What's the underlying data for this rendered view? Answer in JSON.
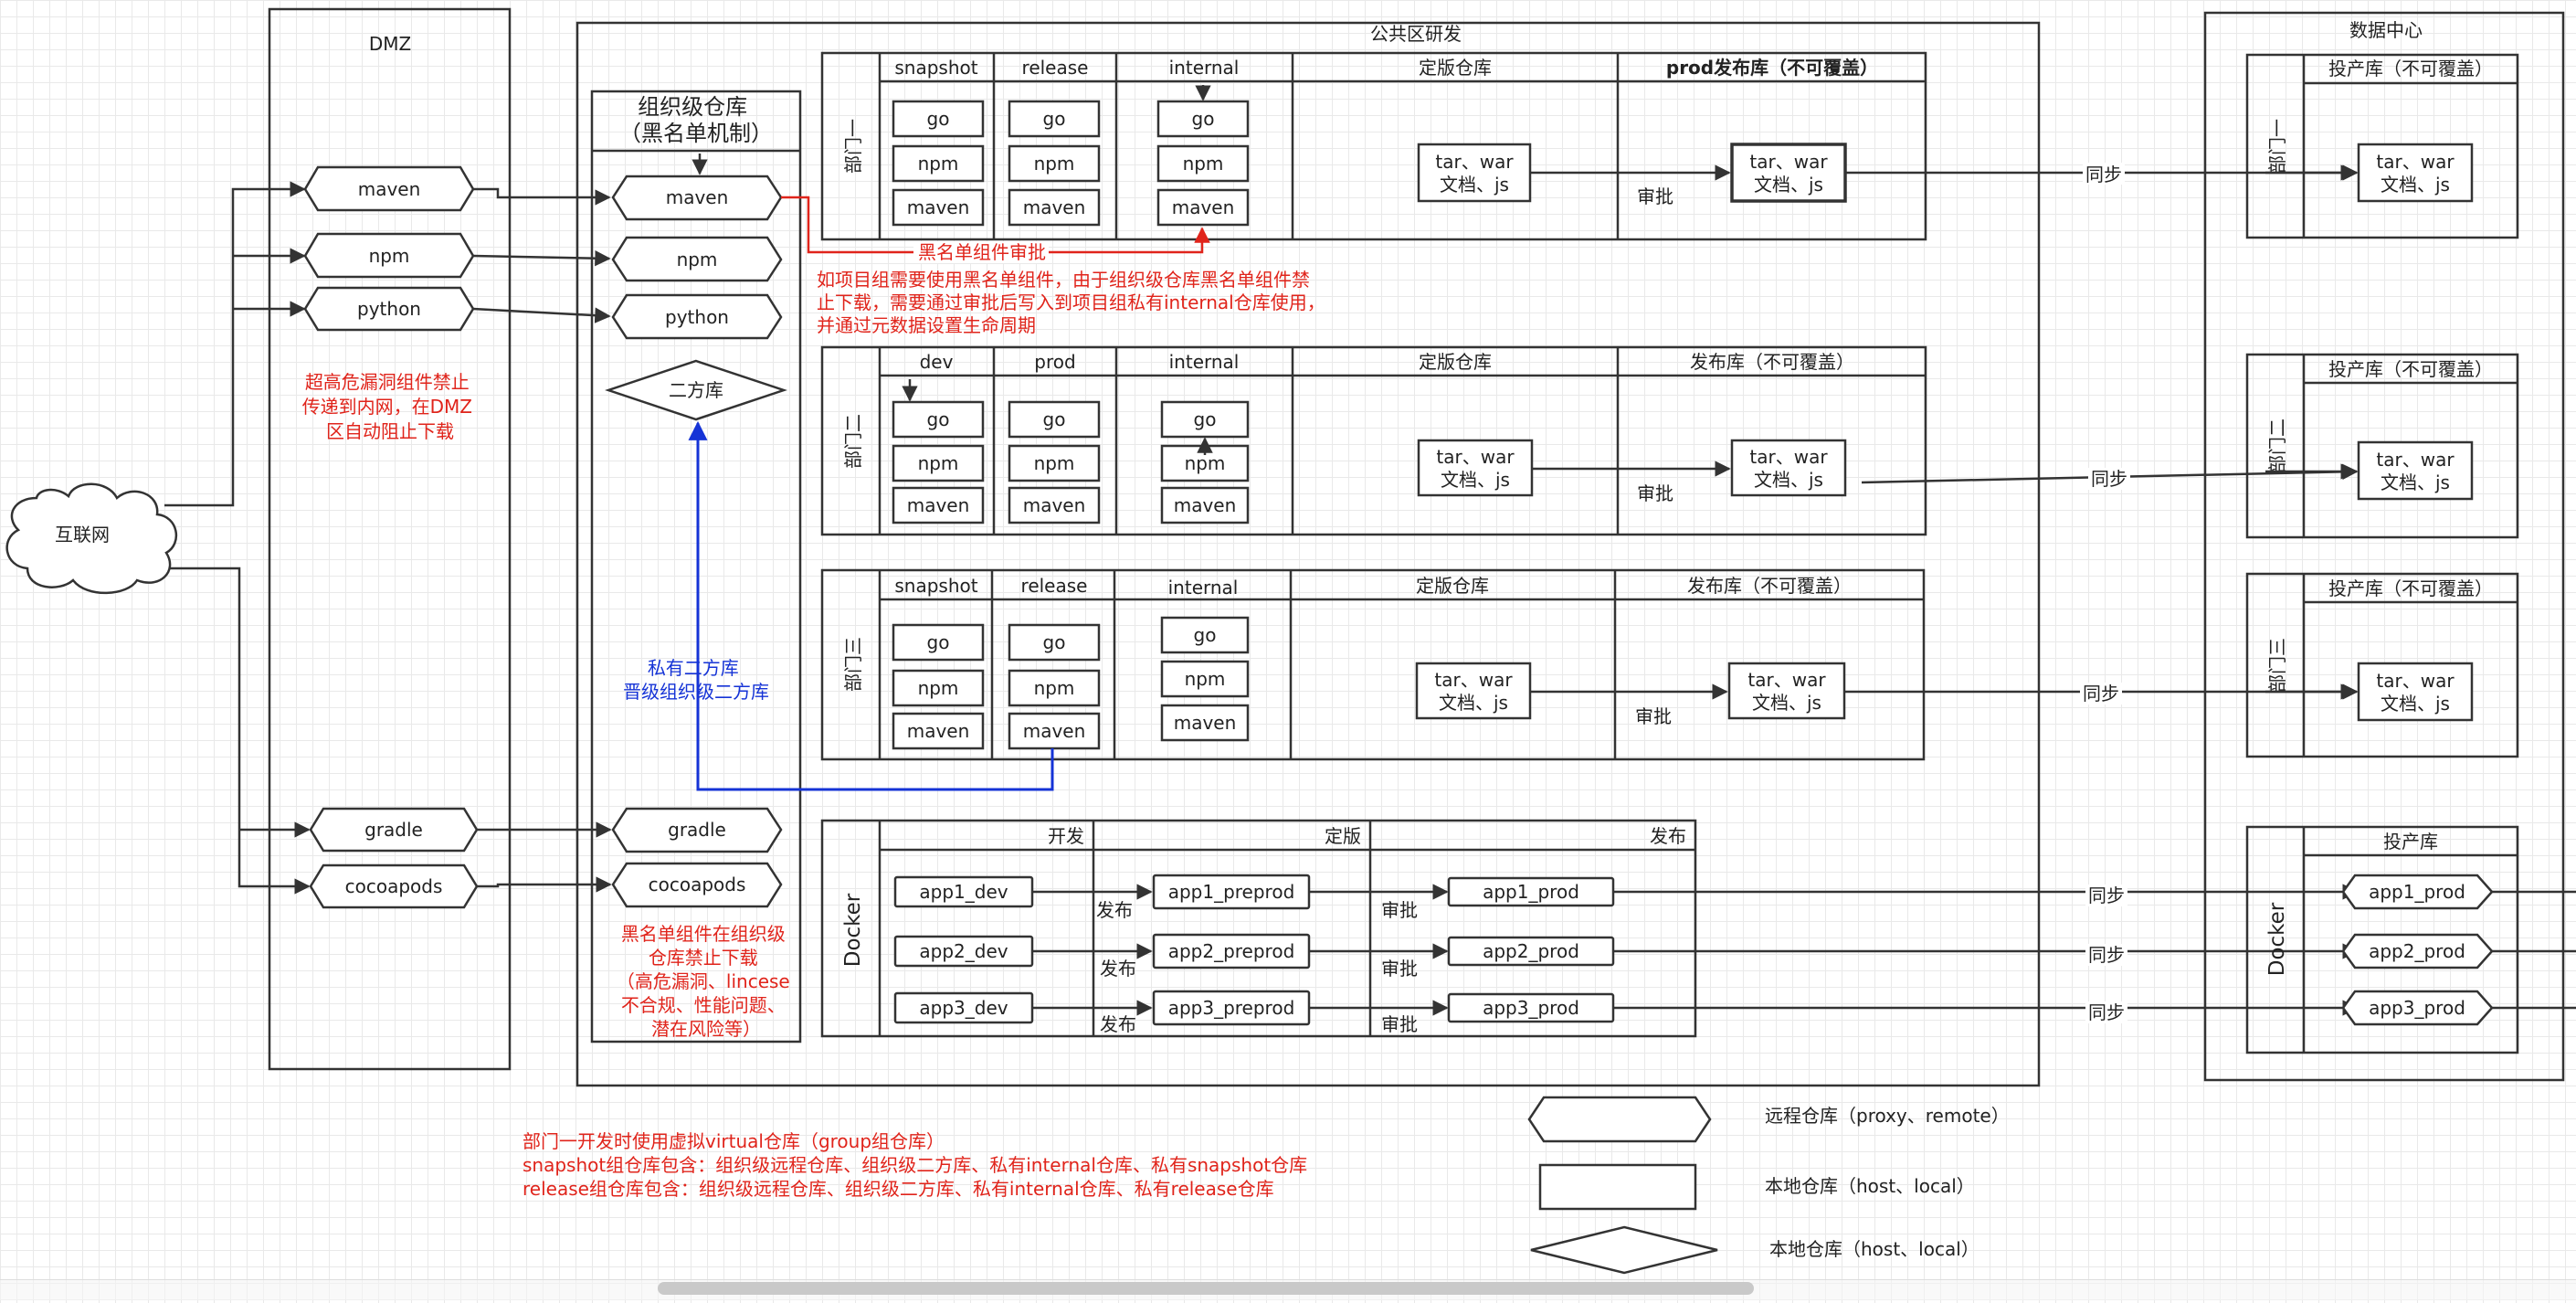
{
  "dmz": {
    "title": "DMZ",
    "note": [
      "超高危漏洞组件禁止",
      "传递到内网，在DMZ",
      "区自动阻止下载"
    ]
  },
  "internet": {
    "label": "互联网"
  },
  "remote_repos": [
    "maven",
    "npm",
    "python",
    "gradle",
    "cocoapods"
  ],
  "public": {
    "title": "公共区研发"
  },
  "org": {
    "title": [
      "组织级仓库",
      "（黑名单机制）"
    ],
    "second_party": "二方库",
    "note": [
      "黑名单组件在组织级",
      "仓库禁止下载",
      "（高危漏洞、lincese",
      "不合规、性能问题、",
      "潜在风险等）"
    ]
  },
  "dept_names": [
    "部门一",
    "部门二",
    "部门三"
  ],
  "dept_cols": {
    "d1": [
      "snapshot",
      "release",
      "internal",
      "定版仓库",
      "prod发布库（不可覆盖）"
    ],
    "d2": [
      "dev",
      "prod",
      "internal",
      "定版仓库",
      "发布库（不可覆盖）"
    ],
    "d3": [
      "snapshot",
      "release",
      "internal",
      "定版仓库",
      "发布库（不可覆盖）"
    ]
  },
  "pkgs": [
    "go",
    "npm",
    "maven"
  ],
  "artifact": [
    "tar、war",
    "文档、js"
  ],
  "approve": "审批",
  "publish": "发布",
  "sync": "同步",
  "blacklist": {
    "title": "黑名单组件审批",
    "desc": [
      "如项目组需要使用黑名单组件，由于组织级仓库黑名单组件禁",
      "止下载，需要通过审批后写入到项目组私有internal仓库使用，",
      "并通过元数据设置生命周期"
    ]
  },
  "private_promote": [
    "私有二方库",
    "晋级组织级二方库"
  ],
  "docker": {
    "label": "Docker",
    "stages": [
      "开发",
      "定版",
      "发布"
    ],
    "dev": [
      "app1_dev",
      "app2_dev",
      "app3_dev"
    ],
    "preprod": [
      "app1_preprod",
      "app2_preprod",
      "app3_preprod"
    ],
    "prod": [
      "app1_prod",
      "app2_prod",
      "app3_prod"
    ]
  },
  "datacenter": {
    "title": "数据中心",
    "prod_repo": "投产库（不可覆盖）",
    "docker_repo": "投产库"
  },
  "bottom_notes": [
    "部门一开发时使用虚拟virtual仓库（group组仓库）",
    "snapshot组仓库包含：组织级远程仓库、组织级二方库、私有internal仓库、私有snapshot仓库",
    "release组仓库包含：组织级远程仓库、组织级二方库、私有internal仓库、私有release仓库"
  ],
  "legend": [
    "远程仓库（proxy、remote）",
    "本地仓库（host、local）",
    "本地仓库（host、local）"
  ]
}
